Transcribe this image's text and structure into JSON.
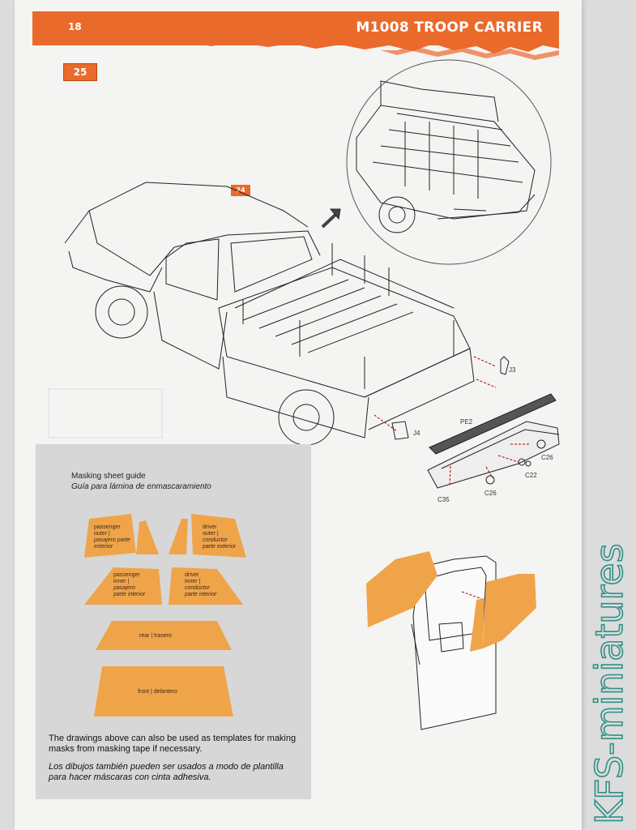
{
  "header": {
    "page_number": "18",
    "title": "M1008 TROOP CARRIER"
  },
  "step": {
    "number": "25",
    "reference_step": "24"
  },
  "parts": {
    "j3": "J3",
    "j4": "J4",
    "pe2": "PE2",
    "c26_right": "C26",
    "c26_bottom": "C26",
    "c22": "C22",
    "c35": "C35"
  },
  "masking": {
    "title": "Masking sheet guide",
    "subtitle": "Guía para lámina de enmascaramiento",
    "passenger_outer": [
      "passenger",
      "outer |",
      "pasajero parte",
      "exterior"
    ],
    "driver_outer": [
      "driver",
      "outer |",
      "conductor",
      "parte exterior"
    ],
    "passenger_inner": [
      "passenger",
      "inner |",
      "pasajero",
      "parte interior"
    ],
    "driver_inner": [
      "driver",
      "inner |",
      "conductor",
      "parte interior"
    ],
    "rear": "rear | trasero",
    "front": "front | delantero",
    "note_en": "The drawings above can also be used as templates for making masks from masking tape if necessary.",
    "note_es": "Los dibujos también pueden ser usados a modo de plantilla para hacer máscaras con cinta adhesiva."
  },
  "watermark": "KFS-miniatures",
  "colors": {
    "accent_orange": "#e96a2b",
    "mask_orange": "#f0a44a",
    "watermark_green": "#2f8f86"
  }
}
